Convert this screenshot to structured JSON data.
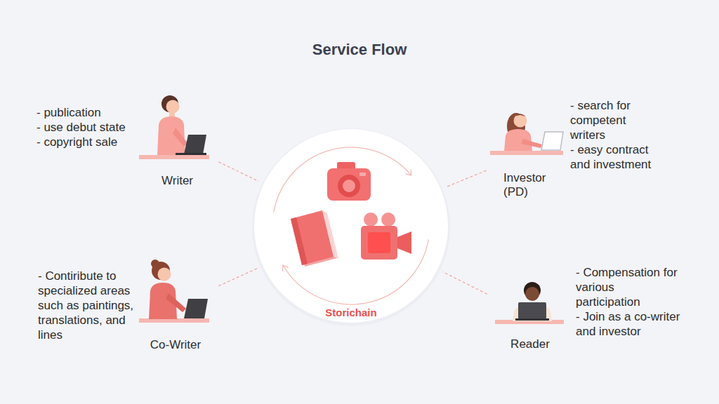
{
  "diagram": {
    "title": "Service Flow",
    "nodes": [
      {
        "text": [
          "Writer",
          "- publication",
          "- use debut state",
          "- copyright sale"
        ]
      },
      {
        "text": [
          "Investor (PD)",
          "- search for competent writers",
          "- easy contract and investment"
        ]
      },
      {
        "text": [
          "Storichain"
        ]
      },
      {
        "text": [
          "Co-Writer",
          "- Contiribute to specialized areas such as paintings, translations, and lines"
        ]
      },
      {
        "text": [
          "Reader",
          "- Compensation for various participation",
          "- Join as a co-writer and investor"
        ]
      }
    ],
    "edges": [
      {
        "from": 0,
        "to": 2,
        "arrow": "none"
      },
      {
        "from": 1,
        "to": 2,
        "arrow": "none"
      },
      {
        "from": 3,
        "to": 2,
        "arrow": "none"
      },
      {
        "from": 4,
        "to": 2,
        "arrow": "none"
      }
    ]
  }
}
